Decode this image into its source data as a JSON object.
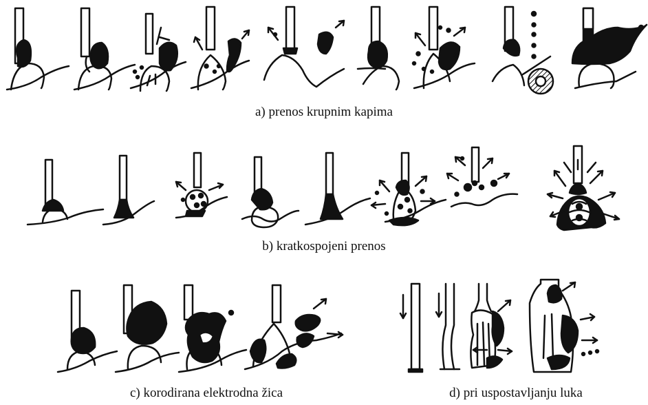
{
  "figure": {
    "captions": {
      "a": "a) prenos krupnim kapima",
      "b": "b) kratkospojeni prenos",
      "c": "c) korodirana elektrodna žica",
      "d": "d) pri uspostavljanju luka"
    },
    "colors": {
      "ink": "#111111",
      "paper": "#ffffff"
    }
  }
}
